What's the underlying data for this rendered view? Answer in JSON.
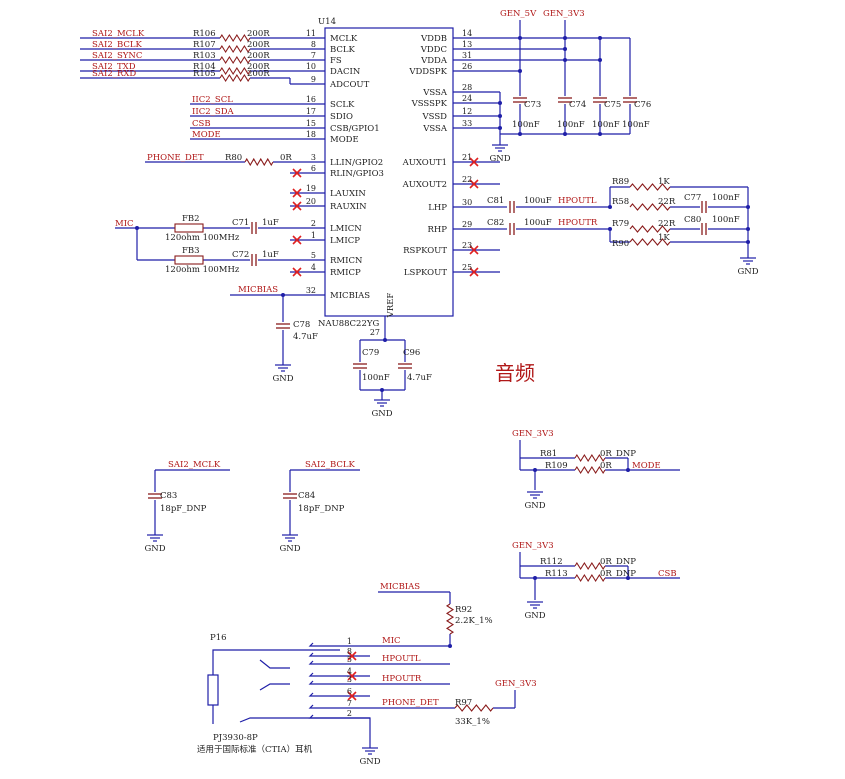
{
  "title": "音频",
  "footnote": "适用于国际标准（CTIA）耳机",
  "ic": {
    "ref": "U14",
    "part": "NAU88C22YG",
    "left_pins": [
      {
        "name": "MCLK",
        "num": "11"
      },
      {
        "name": "BCLK",
        "num": "8"
      },
      {
        "name": "FS",
        "num": "7"
      },
      {
        "name": "DACIN",
        "num": "10"
      },
      {
        "name": "ADCOUT",
        "num": "9"
      },
      {
        "name": "SCLK",
        "num": "16"
      },
      {
        "name": "SDIO",
        "num": "17"
      },
      {
        "name": "CSB/GPIO1",
        "num": "15"
      },
      {
        "name": "MODE",
        "num": "18"
      },
      {
        "name": "LLIN/GPIO2",
        "num": "3"
      },
      {
        "name": "RLIN/GPIO3",
        "num": "6"
      },
      {
        "name": "LAUXIN",
        "num": "19"
      },
      {
        "name": "RAUXIN",
        "num": "20"
      },
      {
        "name": "LMICN",
        "num": "2"
      },
      {
        "name": "LMICP",
        "num": "1"
      },
      {
        "name": "RMICN",
        "num": "5"
      },
      {
        "name": "RMICP",
        "num": "4"
      },
      {
        "name": "MICBIAS",
        "num": "32"
      }
    ],
    "right_pins": [
      {
        "name": "VDDB",
        "num": "14"
      },
      {
        "name": "VDDC",
        "num": "13"
      },
      {
        "name": "VDDA",
        "num": "31"
      },
      {
        "name": "VDDSPK",
        "num": "26"
      },
      {
        "name": "VSSA",
        "num": "28"
      },
      {
        "name": "VSSSPK",
        "num": "24"
      },
      {
        "name": "VSSD",
        "num": "12"
      },
      {
        "name": "VSSA",
        "num": "33"
      },
      {
        "name": "AUXOUT1",
        "num": "21"
      },
      {
        "name": "AUXOUT2",
        "num": "22"
      },
      {
        "name": "LHP",
        "num": "30"
      },
      {
        "name": "RHP",
        "num": "29"
      },
      {
        "name": "RSPKOUT",
        "num": "23"
      },
      {
        "name": "LSPKOUT",
        "num": "25"
      }
    ],
    "bottom_pin": {
      "name": "VREF",
      "num": "27"
    }
  },
  "nets": {
    "sai2_mclk": "SAI2_MCLK",
    "sai2_bclk": "SAI2_BCLK",
    "sai2_sync": "SAI2_SYNC",
    "sai2_txd": "SAI2_TXD",
    "sai2_rxd": "SAI2_RXD",
    "iic2_scl": "IIC2_SCL",
    "iic2_sda": "IIC2_SDA",
    "csb": "CSB",
    "mode": "MODE",
    "phone_det": "PHONE_DET",
    "mic": "MIC",
    "micbias": "MICBIAS",
    "hpoutl": "HPOUTL",
    "hpoutr": "HPOUTR",
    "gen_5v": "GEN_5V",
    "gen_3v3": "GEN_3V3",
    "gnd": "GND"
  },
  "series_resistors": [
    {
      "ref": "R106",
      "value": "200R"
    },
    {
      "ref": "R107",
      "value": "200R"
    },
    {
      "ref": "R103",
      "value": "200R"
    },
    {
      "ref": "R104",
      "value": "200R"
    },
    {
      "ref": "R105",
      "value": "200R"
    }
  ],
  "parts": {
    "r80": {
      "ref": "R80",
      "value": "0R"
    },
    "fb2": {
      "ref": "FB2",
      "value": "120ohm 100MHz"
    },
    "fb3": {
      "ref": "FB3",
      "value": "120ohm 100MHz"
    },
    "c71": {
      "ref": "C71",
      "value": "1uF"
    },
    "c72": {
      "ref": "C72",
      "value": "1uF"
    },
    "c73": {
      "ref": "C73",
      "value": "100nF"
    },
    "c74": {
      "ref": "C74",
      "value": "100nF"
    },
    "c75": {
      "ref": "C75",
      "value": "100nF"
    },
    "c76": {
      "ref": "C76",
      "value": "100nF"
    },
    "c78": {
      "ref": "C78",
      "value": "4.7uF"
    },
    "c79": {
      "ref": "C79",
      "value": "100nF"
    },
    "c96": {
      "ref": "C96",
      "value": "4.7uF"
    },
    "c81": {
      "ref": "C81",
      "value": "100uF"
    },
    "c82": {
      "ref": "C82",
      "value": "100uF"
    },
    "r89": {
      "ref": "R89",
      "value": "1K"
    },
    "r58": {
      "ref": "R58",
      "value": "22R"
    },
    "c77": {
      "ref": "C77",
      "value": "100nF"
    },
    "r79": {
      "ref": "R79",
      "value": "22R"
    },
    "c80": {
      "ref": "C80",
      "value": "100nF"
    },
    "r90": {
      "ref": "R90",
      "value": "1K"
    },
    "c83": {
      "ref": "C83",
      "value": "18pF_DNP"
    },
    "c84": {
      "ref": "C84",
      "value": "18pF_DNP"
    },
    "r81": {
      "ref": "R81",
      "value": "0R_DNP"
    },
    "r109": {
      "ref": "R109",
      "value": "0R"
    },
    "r112": {
      "ref": "R112",
      "value": "0R_DNP"
    },
    "r113": {
      "ref": "R113",
      "value": "0R_DNP"
    },
    "r92": {
      "ref": "R92",
      "value": "2.2K_1%"
    },
    "r97": {
      "ref": "R97",
      "value": "33K_1%"
    },
    "p16": {
      "ref": "P16",
      "part": "PJ3930-8P"
    }
  },
  "jack_pins": [
    "1",
    "8",
    "5",
    "4",
    "3",
    "6",
    "7",
    "2"
  ]
}
